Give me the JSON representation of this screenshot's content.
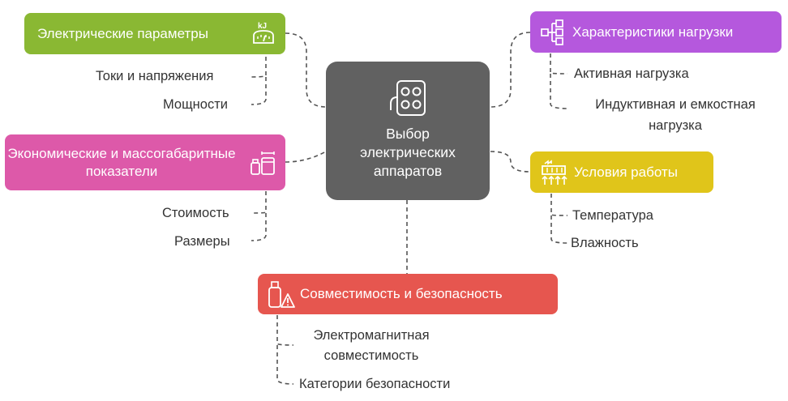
{
  "center": {
    "label": "Выбор электрических аппаратов",
    "color": "#616161"
  },
  "branches": {
    "electrical": {
      "label": "Электрические параметры",
      "color": "#8ab833",
      "icon": "energy-meter-icon",
      "icon_text": "kJ",
      "items": [
        "Токи и напряжения",
        "Мощности"
      ]
    },
    "economic": {
      "label": "Экономические и массогабаритные показатели",
      "color": "#dd59a9",
      "icon": "containers-size-icon",
      "items": [
        "Стоимость",
        "Размеры"
      ]
    },
    "compatibility": {
      "label": "Совместимость и безопасность",
      "color": "#e6564f",
      "icon": "usb-warning-icon",
      "items": [
        "Электромагнитная совместимость",
        "Категории безопасности"
      ]
    },
    "load": {
      "label": "Характеристики нагрузки",
      "color": "#b558dd",
      "icon": "network-load-icon",
      "items": [
        "Активная нагрузка",
        "Индуктивная и емкостная нагрузка"
      ]
    },
    "conditions": {
      "label": "Условия работы",
      "color": "#e0c51a",
      "icon": "heater-conditions-icon",
      "items": [
        "Температура",
        "Влажность"
      ]
    }
  }
}
